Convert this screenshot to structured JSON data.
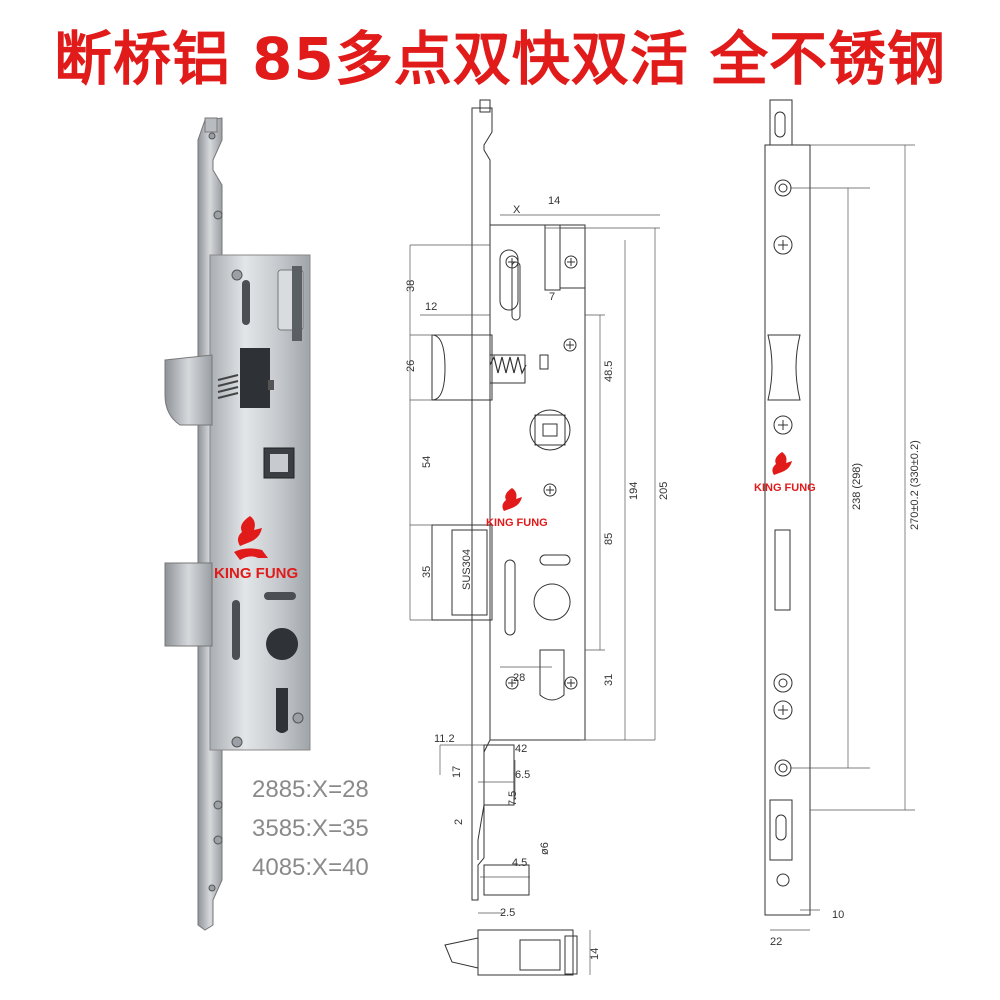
{
  "title": "断桥铝 85多点双快双活 全不锈钢",
  "brand": "KING FUNG",
  "variants": [
    "2885:X=28",
    "3585:X=35",
    "4085:X=40"
  ],
  "dimensions": {
    "x": "X",
    "d14": "14",
    "d38": "38",
    "d12": "12",
    "d7": "7",
    "d26": "26",
    "d48_5": "48.5",
    "d54": "54",
    "d194": "194",
    "d205": "205",
    "d85": "85",
    "d35": "35",
    "material": "SUS304",
    "d28": "28",
    "d31": "31",
    "d11_2": "11.2",
    "d42": "42",
    "d17": "17",
    "d6_5": "6.5",
    "d7_5": "7.5",
    "d2": "2",
    "d6": "ø6",
    "d4_5": "4.5",
    "d2_5": "2.5",
    "d14b": "14",
    "d238": "238 (298)",
    "d270": "270±0.2 (330±0.2)",
    "d10": "10",
    "d22": "22"
  },
  "colors": {
    "title": "#e11a1a",
    "brand": "#e11a1a",
    "steel": "#c9cdd1",
    "line": "#333333"
  }
}
